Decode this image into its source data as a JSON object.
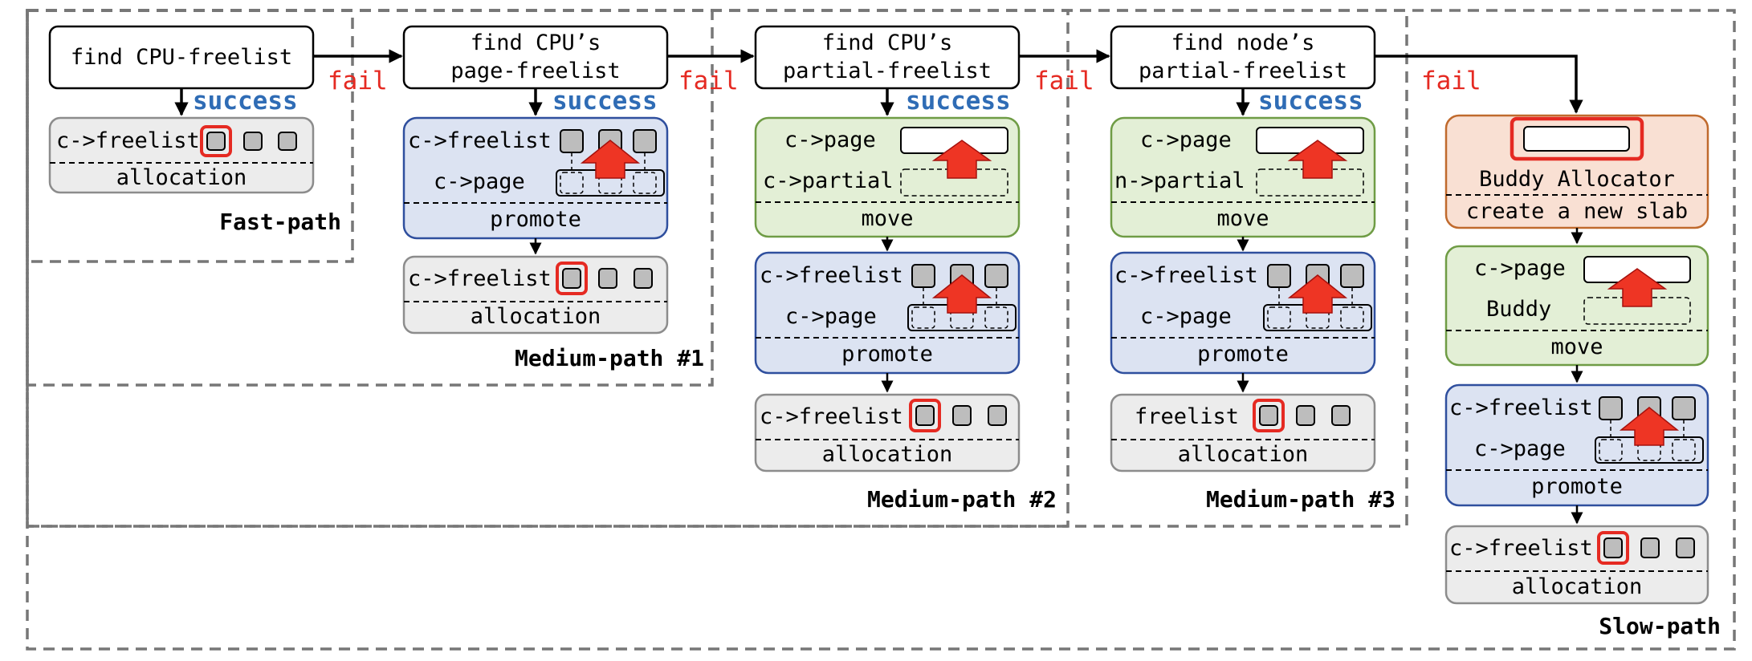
{
  "colors": {
    "fail": "#e52a22",
    "success": "#2f6cb5",
    "gray_fill": "#ececec",
    "blue_fill": "#dce3f2",
    "blue_stroke": "#2f4f9e",
    "green_fill": "#e3efd6",
    "green_stroke": "#6f9c45",
    "orange_fill": "#f9e0d3",
    "orange_stroke": "#c06a2d",
    "arrow_fill": "#ee3524",
    "dashed_frame": "#777777"
  },
  "edge_labels": {
    "fail": "fail",
    "success": "success"
  },
  "finds": {
    "cpu_freelist": "find CPU-freelist",
    "cpu_page_freelist": [
      "find CPU’s",
      "page-freelist"
    ],
    "cpu_partial_freelist": [
      "find CPU’s",
      "partial-freelist"
    ],
    "node_partial_freelist": [
      "find node’s",
      "partial-freelist"
    ]
  },
  "ops": {
    "allocation": "allocation",
    "promote": "promote",
    "move": "move",
    "create_slab": "create a new slab"
  },
  "vars": {
    "c_freelist": "c->freelist",
    "c_page": "c->page",
    "c_partial": "c->partial",
    "n_partial": "n->partial",
    "freelist": "freelist",
    "buddy": "Buddy",
    "buddy_allocator": "Buddy Allocator"
  },
  "paths": {
    "fast": "Fast-path",
    "medium1": "Medium-path #1",
    "medium2": "Medium-path #2",
    "medium3": "Medium-path #3",
    "slow": "Slow-path"
  }
}
